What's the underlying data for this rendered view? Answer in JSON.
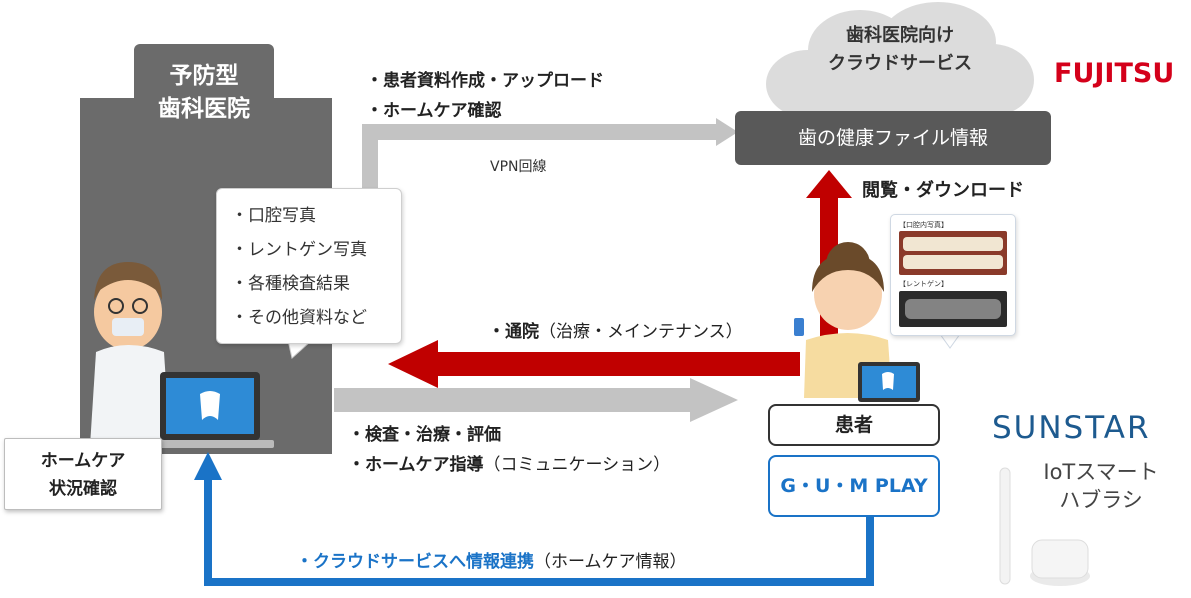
{
  "clinic": {
    "title_line1": "予防型",
    "title_line2": "歯科医院"
  },
  "upload_notes": {
    "line1": "・患者資料作成・アップロード",
    "line2": "・ホームケア確認"
  },
  "vpn_label": "VPN回線",
  "bubble_items": [
    "・口腔写真",
    "・レントゲン写真",
    "・各種検査結果",
    "・その他資料など"
  ],
  "cloud": {
    "title_line1": "歯科医院向け",
    "title_line2": "クラウドサービス",
    "file_box": "歯の健康ファイル情報"
  },
  "fujitsu_logo": "FUJITSU",
  "browse_label": "閲覧・ダウンロード",
  "xray_card": {
    "label1": "【口腔内写真】",
    "label2": "【レントゲン】"
  },
  "visit_label": {
    "bold": "・通院",
    "rest": "（治療・メインテナンス）"
  },
  "exam_notes": {
    "line1": "・検査・治療・評価",
    "line2_bold": "・ホームケア指導",
    "line2_rest": "（コミュニケーション）"
  },
  "patient_label": "患者",
  "gum_play_label": "G・U・M PLAY",
  "homecare_status": {
    "line1": "ホームケア",
    "line2": "状況確認"
  },
  "cloud_link": {
    "bold": "・クラウドサービスへ情報連携",
    "rest": "（ホームケア情報）"
  },
  "sunstar_logo": "SUNSTAR",
  "iot_label": {
    "line1": "IoTスマート",
    "line2": "ハブラシ"
  },
  "colors": {
    "red_arrow": "#c00000",
    "blue_arrow": "#1a73c7",
    "gray_arrow": "#c3c3c3",
    "clinic_gray": "#6b6b6b"
  }
}
